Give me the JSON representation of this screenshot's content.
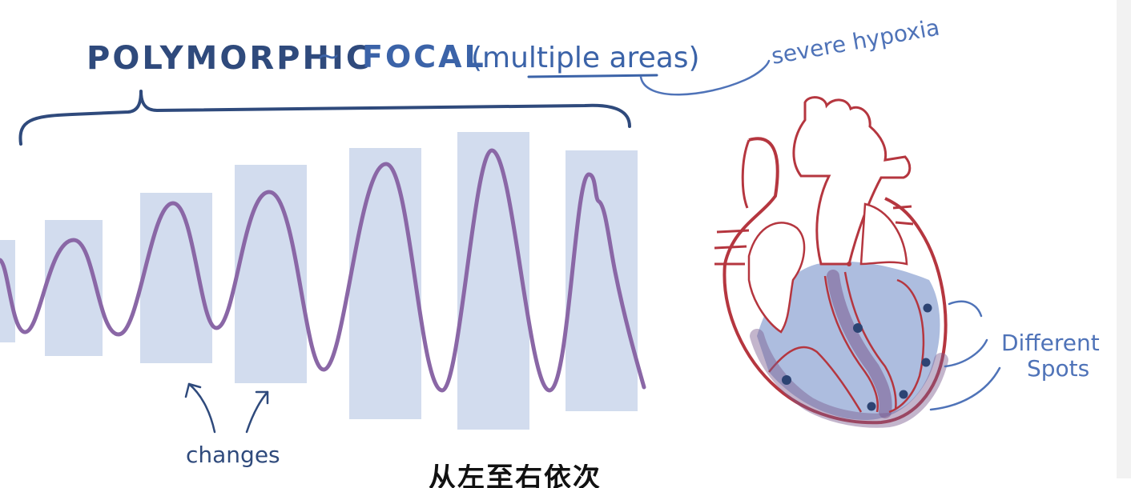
{
  "title": {
    "part1": "POLYMORPHIC",
    "tilde": "~",
    "part2": "FOCAL",
    "paren": "(multiple areas)"
  },
  "annotations": {
    "severe_hypoxia": "severe hypoxia",
    "changes": "changes",
    "different_spots": "Different Spots"
  },
  "caption": "从左至右依次",
  "colors": {
    "title_dark": "#2f4a7c",
    "title_blue": "#3b63a8",
    "annotation_blue": "#4f73b8",
    "bar_fill": "#d2dcee",
    "waveform": "#8a67a6",
    "heart_red": "#b5363f",
    "ventricle_fill": "#9fb2d9",
    "spot": "#2d4473"
  },
  "icons": [
    "heart-illustration",
    "brace-icon",
    "arrow-icon"
  ]
}
